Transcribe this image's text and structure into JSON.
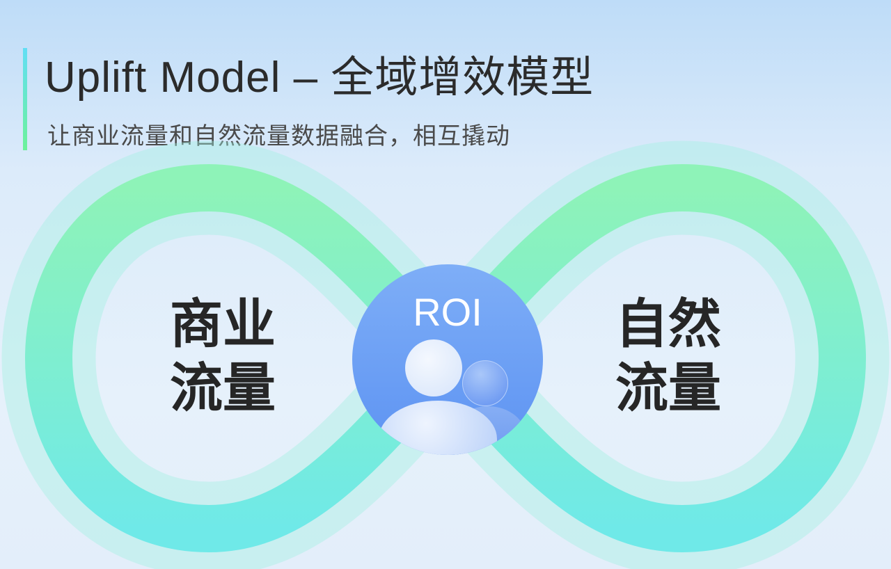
{
  "header": {
    "title": "Uplift Model – 全域增效模型",
    "subtitle": "让商业流量和自然流量数据融合，相互撬动"
  },
  "diagram": {
    "left_label_line1": "商业",
    "left_label_line2": "流量",
    "right_label_line1": "自然",
    "right_label_line2": "流量",
    "center_label": "ROI",
    "center_icon": "users-icon"
  },
  "colors": {
    "loop_green": "#7ef0b0",
    "loop_cyan": "#70e8ec",
    "center_blue": "#6a9cf4"
  }
}
